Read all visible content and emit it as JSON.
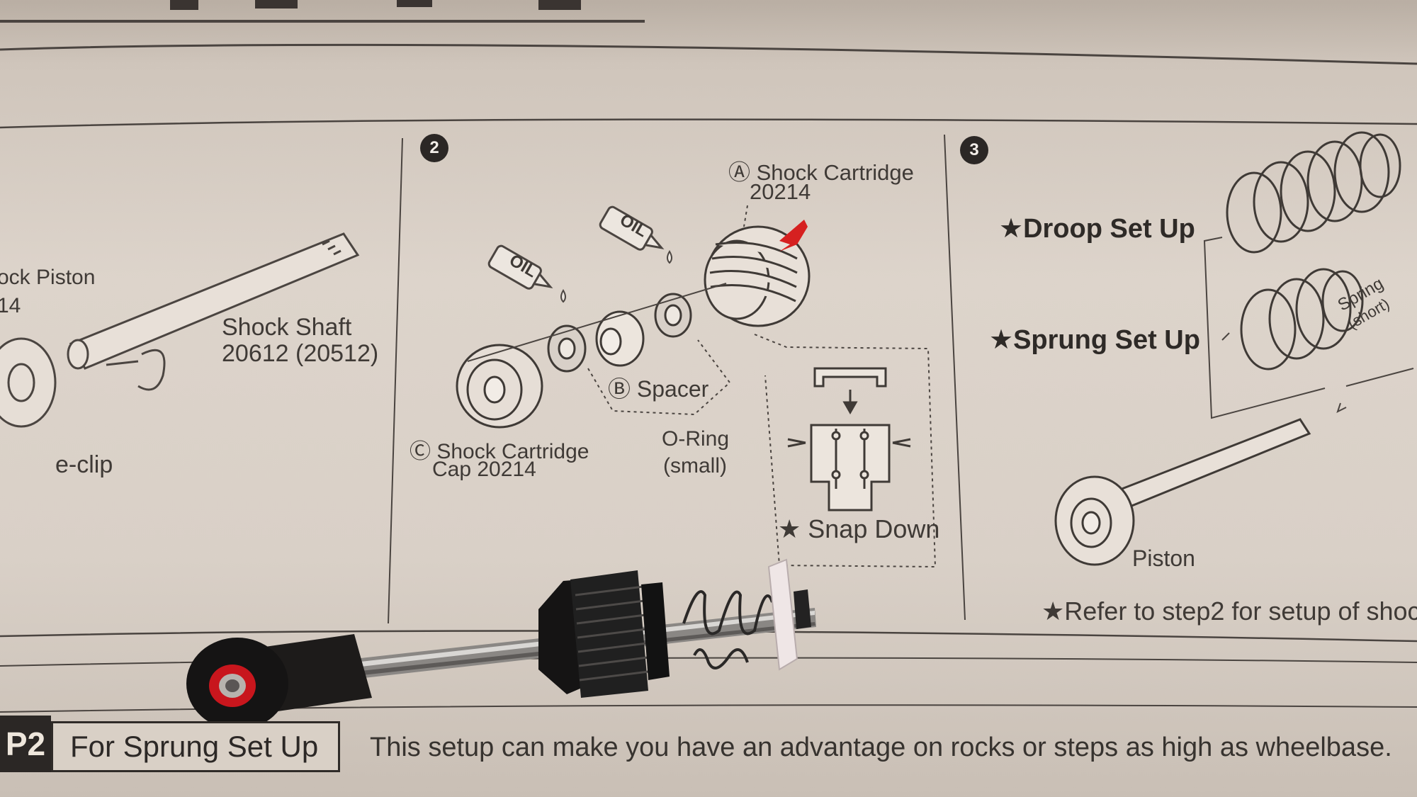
{
  "left_panel": {
    "piston_label": "ock Piston",
    "piston_number": "14",
    "shaft_label": "Shock Shaft",
    "shaft_number": "20612 (20512)",
    "eclip_label": "e-clip"
  },
  "step2": {
    "number": "2",
    "oil_label_1": "OIL",
    "oil_label_2": "OIL",
    "cartridge_label": "Ⓐ Shock Cartridge",
    "cartridge_number": "20214",
    "spacer_label": "Ⓑ Spacer",
    "cap_label": "Ⓒ Shock Cartridge",
    "cap_number": "Cap 20214",
    "oring_label": "O-Ring",
    "oring_size": "(small)",
    "snap_label": "★ Snap Down"
  },
  "step3": {
    "number": "3",
    "droop_label": "★Droop Set Up",
    "sprung_label": "★Sprung Set Up",
    "spring_label": "Spring",
    "spring_size": "(short)",
    "piston_label": "Piston",
    "refer_note": "★Refer to step2 for setup of shoc"
  },
  "footer": {
    "step_prefix": "P2",
    "title": "For Sprung Set Up",
    "description": "This setup can make you have an advantage on rocks or steps as high as wheelbase."
  }
}
